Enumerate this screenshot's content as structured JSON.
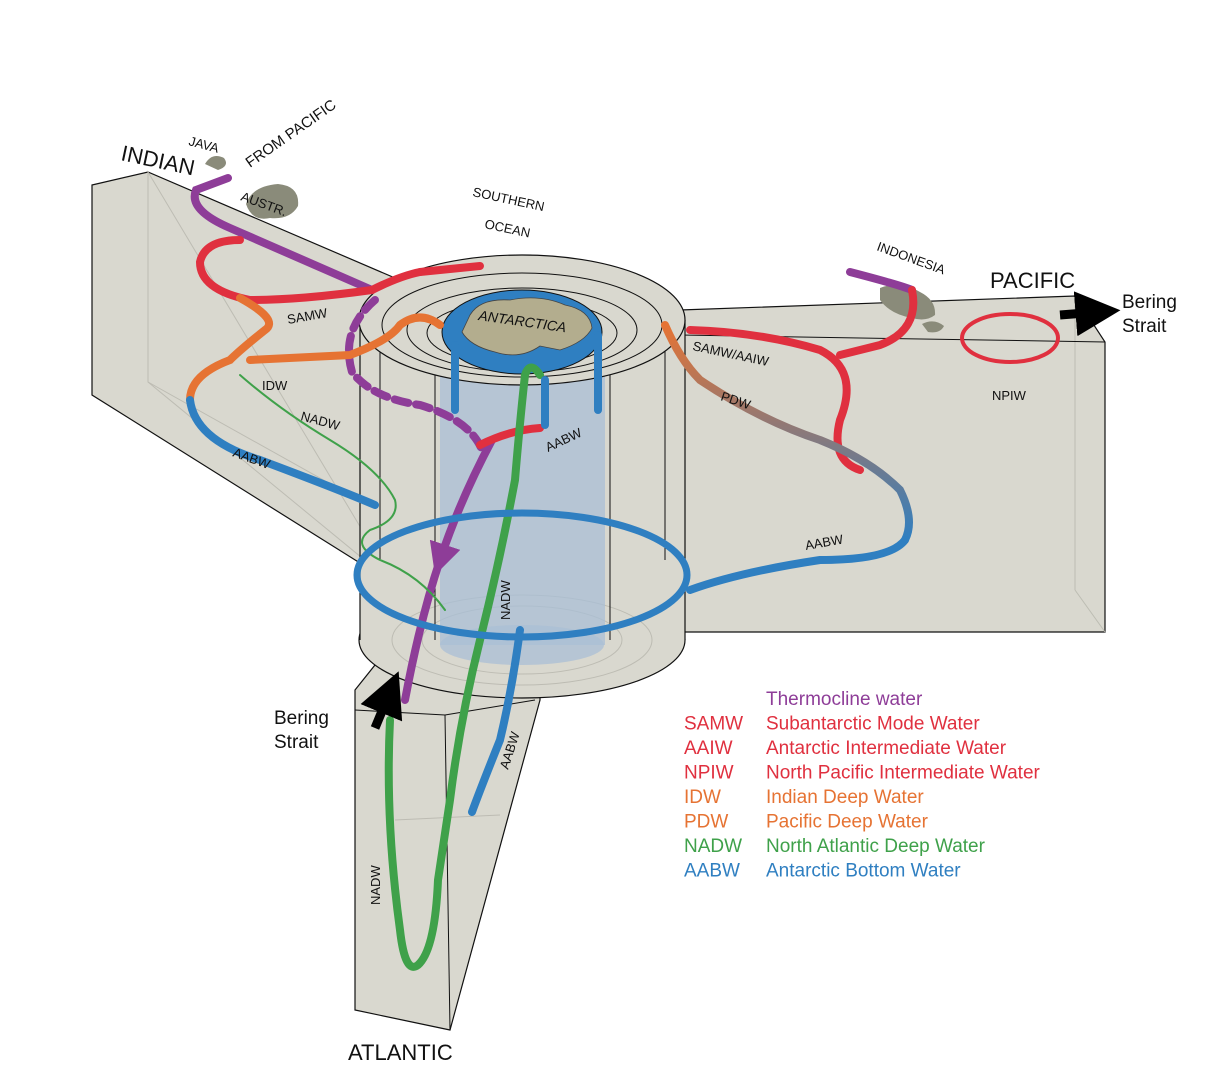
{
  "labels": {
    "indian": "INDIAN",
    "pacific": "PACIFIC",
    "atlantic": "ATLANTIC",
    "java": "JAVA",
    "from_pacific": "FROM PACIFIC",
    "austr": "AUSTR.",
    "southern_ocean_1": "SOUTHERN",
    "southern_ocean_2": "OCEAN",
    "antarctica": "ANTARCTICA",
    "indonesia": "INDONESIA",
    "bering_pacific_1": "Bering",
    "bering_pacific_2": "Strait",
    "bering_atlantic_1": "Bering",
    "bering_atlantic_2": "Strait"
  },
  "flow_labels": {
    "samw_indian": "SAMW",
    "idw": "IDW",
    "nadw_indian": "NADW",
    "aabw_indian": "AABW",
    "samw_aaiw": "SAMW/AAIW",
    "pdw": "PDW",
    "npiw": "NPIW",
    "aabw_center": "AABW",
    "aabw_pacific": "AABW",
    "nadw_center": "NADW",
    "aabw_atlantic": "AABW",
    "nadw_atlantic": "NADW"
  },
  "legend": [
    {
      "abbr": "",
      "name": "Thermocline water",
      "color": "#8e3d98"
    },
    {
      "abbr": "SAMW",
      "name": "Subantarctic Mode Water",
      "color": "#e0303f"
    },
    {
      "abbr": "AAIW",
      "name": "Antarctic Intermediate Water",
      "color": "#e0303f"
    },
    {
      "abbr": "NPIW",
      "name": "North Pacific Intermediate Water",
      "color": "#e0303f"
    },
    {
      "abbr": "IDW",
      "name": "Indian Deep Water",
      "color": "#e67333"
    },
    {
      "abbr": "PDW",
      "name": "Pacific Deep Water",
      "color": "#e67333"
    },
    {
      "abbr": "NADW",
      "name": "North Atlantic Deep Water",
      "color": "#3fa14a"
    },
    {
      "abbr": "AABW",
      "name": "Antarctic Bottom Water",
      "color": "#2f7fc1"
    }
  ],
  "colors": {
    "thermocline": "#8e3d98",
    "intermediate": "#e0303f",
    "deep": "#e67333",
    "nadw": "#3fa14a",
    "aabw": "#2f7fc1",
    "basin": "#d9d8cf",
    "land": "#8a8b7a",
    "antarctica_ocean": "#2f7fc1"
  }
}
